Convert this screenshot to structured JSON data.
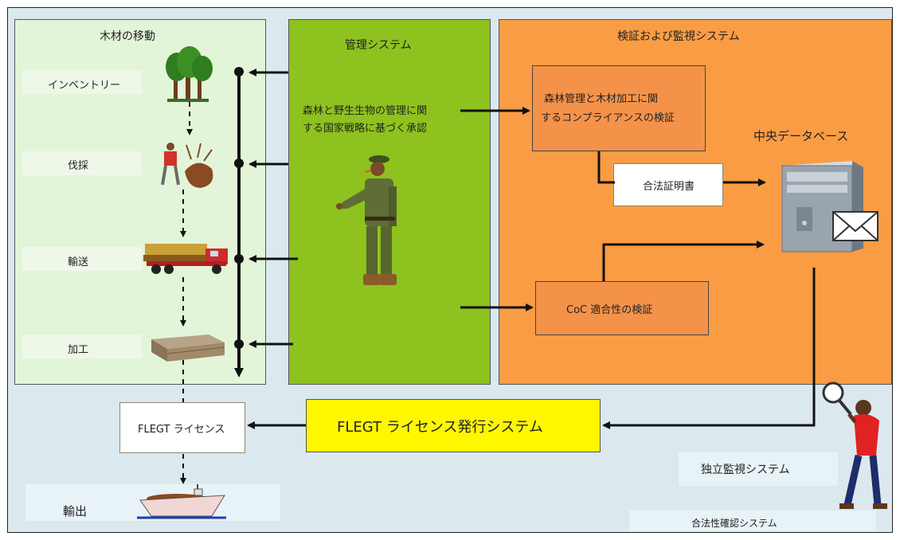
{
  "panels": {
    "wood_movement": {
      "title": "木材の移動"
    },
    "management": {
      "title": "管理システム",
      "approval_line1": "森林と野生生物の管理に関",
      "approval_line2": "する国家戦略に基づく承認"
    },
    "verification": {
      "title": "検証および監視システム"
    }
  },
  "stages": {
    "inventory": "インベントリー",
    "felling": "伐採",
    "transport": "輸送",
    "processing": "加工",
    "export": "輸出"
  },
  "verification_boxes": {
    "compliance_line1": "森林管理と木材加工に関",
    "compliance_line2": "するコンプライアンスの検証",
    "coc": "CoC 適合性の検証"
  },
  "central_db": "中央データベース",
  "legality_certificate": "合法証明書",
  "flegt_license": "FLEGT ライセンス",
  "flegt_system": "FLEGT ライセンス発行システム",
  "independent_monitoring": "独立監視システム",
  "legality_assurance_system": "合法性確認システム",
  "colors": {
    "wood_panel": "#e3f5d8",
    "management_panel": "#8dc21f",
    "verification_panel": "#fa9c44",
    "flegt_system": "#fff700"
  }
}
